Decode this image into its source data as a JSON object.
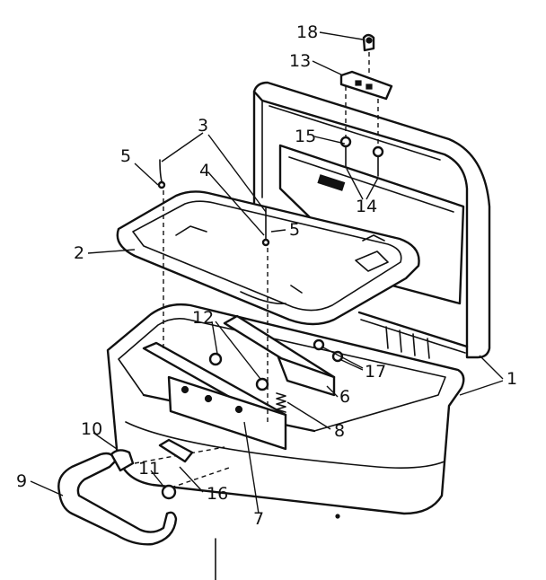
{
  "diagram": {
    "callouts": [
      {
        "id": "c18",
        "label": "18"
      },
      {
        "id": "c13",
        "label": "13"
      },
      {
        "id": "c3",
        "label": "3"
      },
      {
        "id": "c15",
        "label": "15"
      },
      {
        "id": "c5a",
        "label": "5"
      },
      {
        "id": "c4",
        "label": "4"
      },
      {
        "id": "c14",
        "label": "14"
      },
      {
        "id": "c5b",
        "label": "5"
      },
      {
        "id": "c2",
        "label": "2"
      },
      {
        "id": "c12",
        "label": "12"
      },
      {
        "id": "c17",
        "label": "17"
      },
      {
        "id": "c1",
        "label": "1"
      },
      {
        "id": "c6",
        "label": "6"
      },
      {
        "id": "c8",
        "label": "8"
      },
      {
        "id": "c10",
        "label": "10"
      },
      {
        "id": "c11",
        "label": "11"
      },
      {
        "id": "c9",
        "label": "9"
      },
      {
        "id": "c16",
        "label": "16"
      },
      {
        "id": "c7",
        "label": "7"
      }
    ]
  }
}
